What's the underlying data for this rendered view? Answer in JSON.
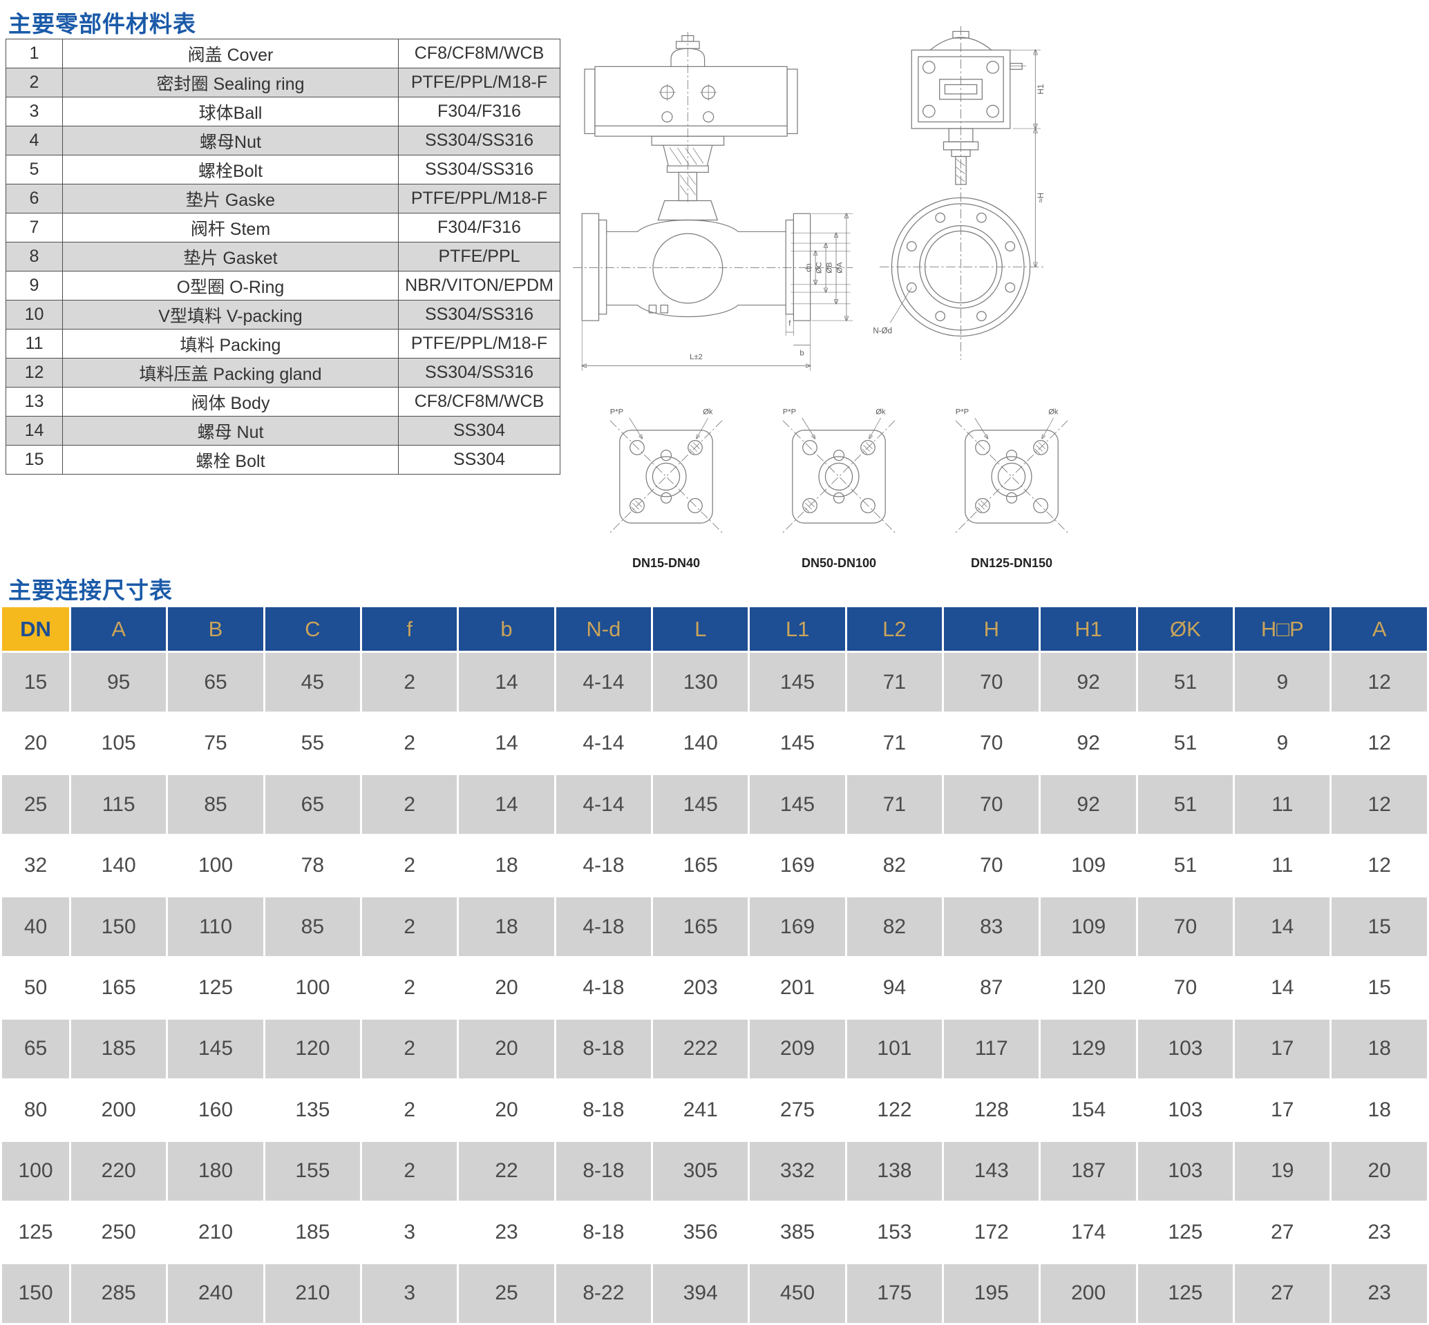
{
  "titles": {
    "materials": "主要零部件材料表",
    "dimensions": "主要连接尺寸表"
  },
  "materials_table": {
    "rows": [
      {
        "no": "1",
        "name": "阀盖 Cover",
        "material": "CF8/CF8M/WCB"
      },
      {
        "no": "2",
        "name": "密封圈 Sealing ring",
        "material": "PTFE/PPL/M18-F"
      },
      {
        "no": "3",
        "name": "球体Ball",
        "material": "F304/F316"
      },
      {
        "no": "4",
        "name": "螺母Nut",
        "material": "SS304/SS316"
      },
      {
        "no": "5",
        "name": "螺栓Bolt",
        "material": "SS304/SS316"
      },
      {
        "no": "6",
        "name": "垫片 Gaske",
        "material": "PTFE/PPL/M18-F"
      },
      {
        "no": "7",
        "name": "阀杆 Stem",
        "material": "F304/F316"
      },
      {
        "no": "8",
        "name": "垫片 Gasket",
        "material": "PTFE/PPL"
      },
      {
        "no": "9",
        "name": "O型圈 O-Ring",
        "material": "NBR/VITON/EPDM"
      },
      {
        "no": "10",
        "name": "V型填料 V-packing",
        "material": "SS304/SS316"
      },
      {
        "no": "11",
        "name": "填料 Packing",
        "material": "PTFE/PPL/M18-F"
      },
      {
        "no": "12",
        "name": "填料压盖 Packing gland",
        "material": "SS304/SS316"
      },
      {
        "no": "13",
        "name": "阀体 Body",
        "material": "CF8/CF8M/WCB"
      },
      {
        "no": "14",
        "name": "螺母 Nut",
        "material": "SS304"
      },
      {
        "no": "15",
        "name": "螺栓 Bolt",
        "material": "SS304"
      }
    ]
  },
  "dimensions_table": {
    "headers": [
      "DN",
      "A",
      "B",
      "C",
      "f",
      "b",
      "N-d",
      "L",
      "L1",
      "L2",
      "H",
      "H1",
      "ØK",
      "H□P",
      "A"
    ],
    "rows": [
      [
        "15",
        "95",
        "65",
        "45",
        "2",
        "14",
        "4-14",
        "130",
        "145",
        "71",
        "70",
        "92",
        "51",
        "9",
        "12"
      ],
      [
        "20",
        "105",
        "75",
        "55",
        "2",
        "14",
        "4-14",
        "140",
        "145",
        "71",
        "70",
        "92",
        "51",
        "9",
        "12"
      ],
      [
        "25",
        "115",
        "85",
        "65",
        "2",
        "14",
        "4-14",
        "145",
        "145",
        "71",
        "70",
        "92",
        "51",
        "11",
        "12"
      ],
      [
        "32",
        "140",
        "100",
        "78",
        "2",
        "18",
        "4-18",
        "165",
        "169",
        "82",
        "70",
        "109",
        "51",
        "11",
        "12"
      ],
      [
        "40",
        "150",
        "110",
        "85",
        "2",
        "18",
        "4-18",
        "165",
        "169",
        "82",
        "83",
        "109",
        "70",
        "14",
        "15"
      ],
      [
        "50",
        "165",
        "125",
        "100",
        "2",
        "20",
        "4-18",
        "203",
        "201",
        "94",
        "87",
        "120",
        "70",
        "14",
        "15"
      ],
      [
        "65",
        "185",
        "145",
        "120",
        "2",
        "20",
        "8-18",
        "222",
        "209",
        "101",
        "117",
        "129",
        "103",
        "17",
        "18"
      ],
      [
        "80",
        "200",
        "160",
        "135",
        "2",
        "20",
        "8-18",
        "241",
        "275",
        "122",
        "128",
        "154",
        "103",
        "17",
        "18"
      ],
      [
        "100",
        "220",
        "180",
        "155",
        "2",
        "22",
        "8-18",
        "305",
        "332",
        "138",
        "143",
        "187",
        "103",
        "19",
        "20"
      ],
      [
        "125",
        "250",
        "210",
        "185",
        "3",
        "23",
        "8-18",
        "356",
        "385",
        "153",
        "172",
        "174",
        "125",
        "27",
        "23"
      ],
      [
        "150",
        "285",
        "240",
        "210",
        "3",
        "25",
        "8-22",
        "394",
        "450",
        "175",
        "195",
        "200",
        "125",
        "27",
        "23"
      ]
    ]
  },
  "drawings": {
    "front_view": {
      "labels": {
        "dn": "dn",
        "oc": "ØC",
        "ob": "ØB",
        "oa": "ØA",
        "l": "L±2",
        "f": "f",
        "b": "b"
      }
    },
    "side_view": {
      "labels": {
        "h1": "H1",
        "h": "≈H",
        "nd": "N-Ød"
      }
    },
    "flanges": [
      {
        "pp": "P*P",
        "ok": "Øk",
        "caption": "DN15-DN40"
      },
      {
        "pp": "P*P",
        "ok": "Øk",
        "caption": "DN50-DN100"
      },
      {
        "pp": "P*P",
        "ok": "Øk",
        "caption": "DN125-DN150"
      }
    ]
  },
  "colors": {
    "title_blue": "#1a5aa8",
    "header_navy": "#1e4e93",
    "header_gold_text": "#c9a45a",
    "dn_gold": "#f5b91e",
    "row_gray": "#d2d2d2"
  }
}
